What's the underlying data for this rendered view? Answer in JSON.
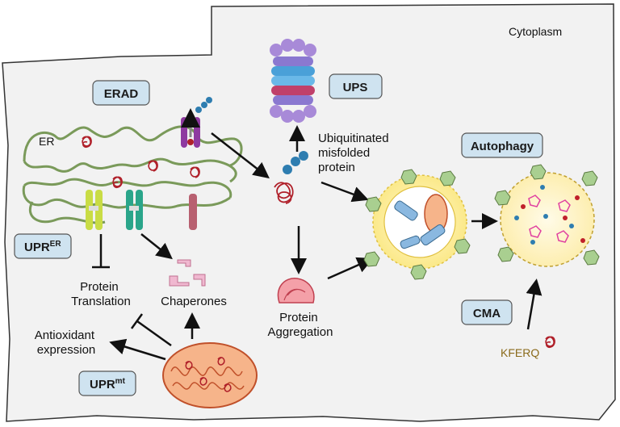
{
  "labels": {
    "cytoplasm": "Cytoplasm",
    "er": "ER",
    "ubiquitinated": [
      "Ubiquitinated",
      "misfolded",
      "protein"
    ],
    "protein_translation": [
      "Protein",
      "Translation"
    ],
    "chaperones": "Chaperones",
    "antioxidant": [
      "Antioxidant",
      "expression"
    ],
    "protein_aggregation": [
      "Protein",
      "Aggregation"
    ],
    "kferq": "KFERQ"
  },
  "boxes": {
    "erad": "ERAD",
    "ups": "UPS",
    "autophagy": "Autophagy",
    "upr_er_base": "UPR",
    "upr_er_sup": "ER",
    "upr_mt_base": "UPR",
    "upr_mt_sup": "mt",
    "cma": "CMA"
  },
  "colors": {
    "cell_fill": "#f2f2f2",
    "box_fill": "#cfe3f0",
    "er_stroke": "#7a9a5a",
    "protein": "#b0202a",
    "mito_fill": "#f6b48a",
    "lysosome_fill": "#fff3b0",
    "kferq_text": "#8a6a1a"
  }
}
